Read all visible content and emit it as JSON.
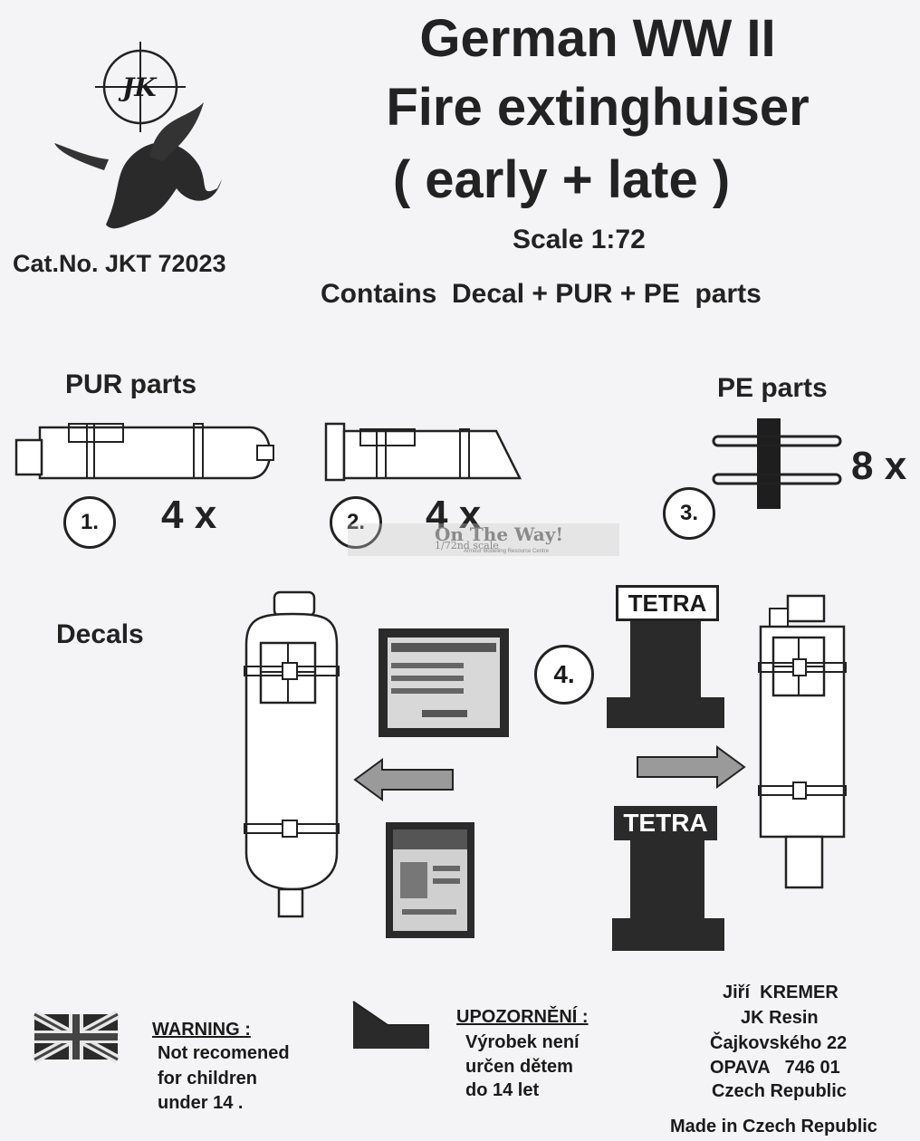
{
  "header": {
    "title_lines": [
      "German WW II",
      "Fire extinghuiser",
      "( early + late )"
    ],
    "scale": "Scale 1:72",
    "contains": "Contains  Decal + PUR + PE  parts",
    "cat_no": "Cat.No. JKT 72023",
    "logo_letters": "JK"
  },
  "parts": {
    "pur_heading": "PUR parts",
    "pe_heading": "PE parts",
    "items": [
      {
        "num": "1.",
        "qty": "4 x"
      },
      {
        "num": "2.",
        "qty": "4 x"
      },
      {
        "num": "3.",
        "qty": "8 x"
      }
    ]
  },
  "watermark": {
    "text": "On The Way!",
    "scale": "1/72nd scale",
    "tagline": "Armour Modelling Resource Centre"
  },
  "decals": {
    "heading": "Decals",
    "num": "4.",
    "tetra_label": "TETRA"
  },
  "footer": {
    "warning_title": "WARNING :",
    "warning_lines": [
      "Not recomened",
      "for children",
      "under 14 ."
    ],
    "upoz_title": "UPOZORNĚNÍ :",
    "upoz_lines": [
      "Výrobek není",
      "určen dětem",
      "do 14 let"
    ],
    "address_lines": [
      "Jiří  KREMER",
      "JK Resin",
      "Čajkovského 22",
      "OPAVA   746 01",
      "Czech Republic"
    ],
    "made_in": "Made in Czech Republic"
  },
  "colors": {
    "ink": "#1a1a1a",
    "paper": "#f4f4f6",
    "arrow": "#9a9a9a"
  }
}
